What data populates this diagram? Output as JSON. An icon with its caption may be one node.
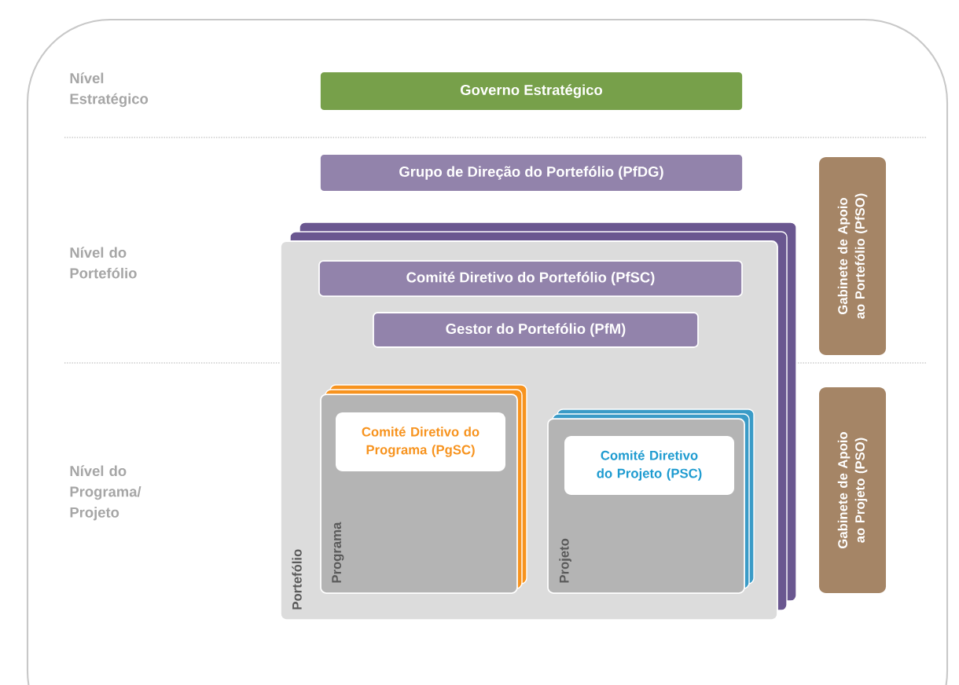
{
  "diagram": {
    "nodes": [
      {
        "text": [
          "Governo Estratégico"
        ]
      },
      {
        "text": [
          "Grupo de Direção do Portefólio (PfDG)"
        ]
      },
      {
        "text": [
          "Portefólio"
        ]
      },
      {
        "text": [
          "Comité Diretivo do Portefólio (PfSC)"
        ],
        "in": 2
      },
      {
        "text": [
          "Gestor do Portefólio (PfM)"
        ],
        "in": 2
      },
      {
        "text": [
          "Programa"
        ],
        "in": 2
      },
      {
        "text": [
          "Comité Diretivo do Programa (PgSC)"
        ],
        "in": 5
      },
      {
        "text": [
          "Projeto"
        ],
        "in": 2
      },
      {
        "text": [
          "Comité Diretivo do Projeto (PSC)"
        ],
        "in": 7
      },
      {
        "text": [
          "Gabinete de Apoio ao Portefólio (PfSO)"
        ]
      },
      {
        "text": [
          "Gabinete de Apoio ao Projeto (PSO)"
        ]
      }
    ],
    "labels": [
      "Nível Estratégico",
      "Nível do Portefólio",
      "Nível do Programa/ Projeto"
    ]
  }
}
